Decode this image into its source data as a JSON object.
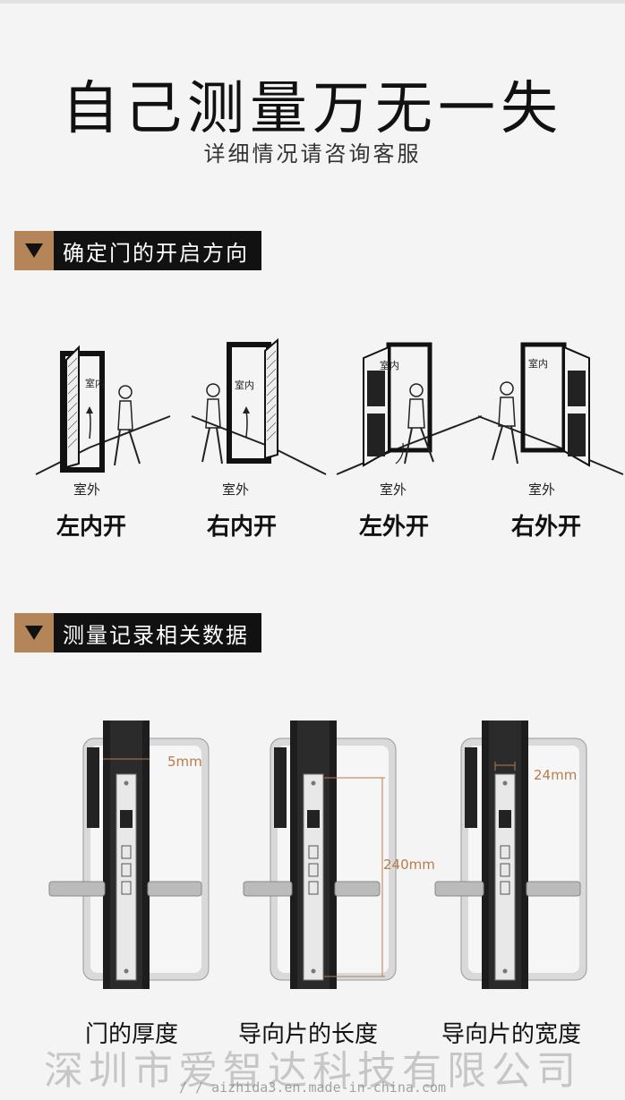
{
  "header": {
    "title": "自己测量万无一失",
    "subtitle": "详细情况请咨询客服"
  },
  "sections": [
    {
      "label": "确定门的开启方向"
    },
    {
      "label": "测量记录相关数据"
    }
  ],
  "doors": [
    {
      "inside_label": "室内",
      "outside_label": "室外",
      "title": "左内开"
    },
    {
      "inside_label": "室内",
      "outside_label": "室外",
      "title": "右内开"
    },
    {
      "inside_label": "室内",
      "outside_label": "室外",
      "title": "左外开"
    },
    {
      "inside_label": "室内",
      "outside_label": "室外",
      "title": "右外开"
    }
  ],
  "locks": [
    {
      "dimension": "5mm",
      "title": "门的厚度"
    },
    {
      "dimension": "240mm",
      "title": "导向片的长度"
    },
    {
      "dimension": "24mm",
      "title": "导向片的宽度"
    }
  ],
  "watermark": {
    "company": "深圳市爱智达科技有限公司",
    "url": "/ / aizhida3.en.made-in-china.com"
  },
  "colors": {
    "accent": "#b5855a",
    "label_bg": "#111111",
    "dim_text": "#b97b4b"
  }
}
